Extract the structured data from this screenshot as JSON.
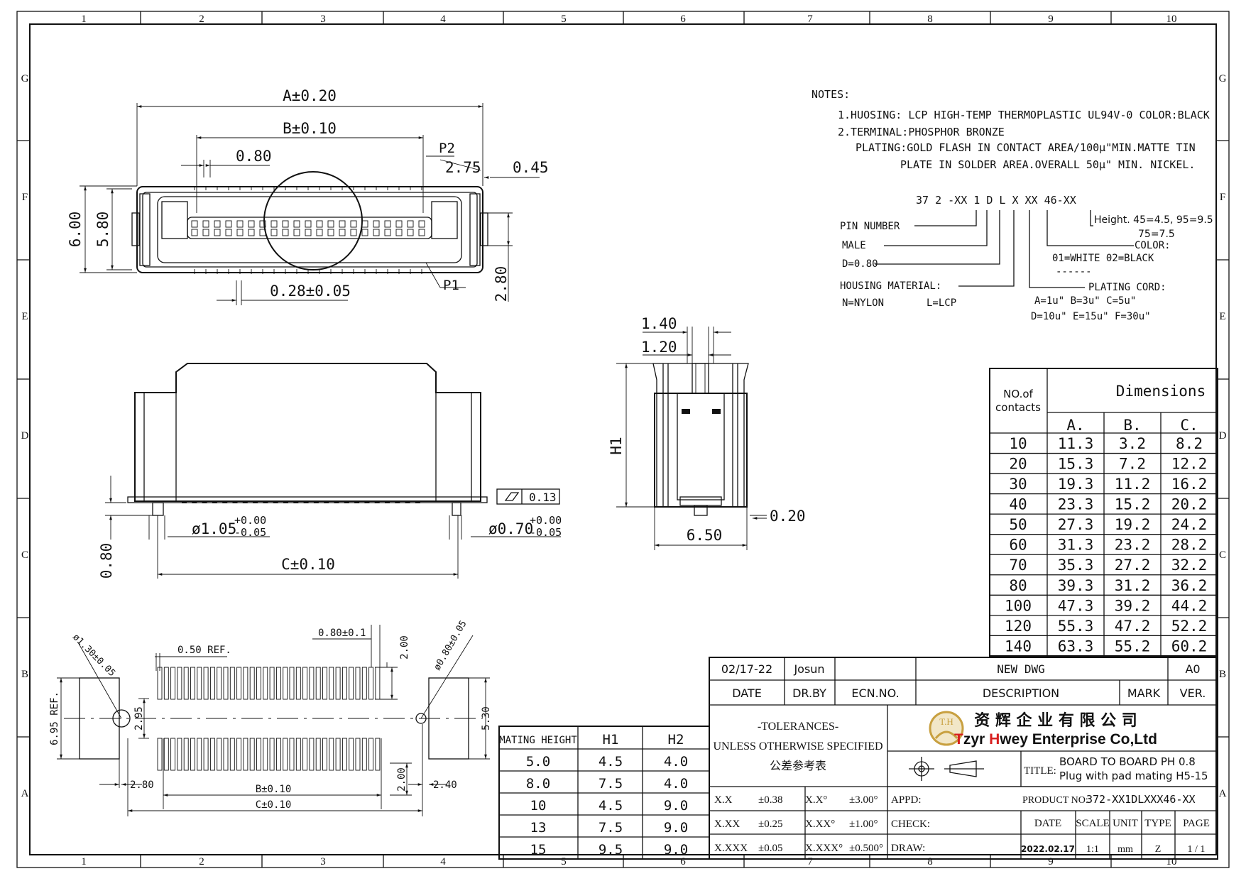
{
  "border": {
    "columns": [
      "1",
      "2",
      "3",
      "4",
      "5",
      "6",
      "7",
      "8",
      "9",
      "10"
    ],
    "rows": [
      "G",
      "F",
      "E",
      "D",
      "C",
      "B",
      "A"
    ]
  },
  "notes": {
    "title": "NOTES:",
    "lines": [
      "1.HUOSING: LCP HIGH-TEMP THERMOPLASTIC UL94V-0  COLOR:BLACK",
      "2.TERMINAL:PHOSPHOR BRONZE",
      "PLATING:GOLD FLASH IN CONTACT AREA/100µ\"MIN.MATTE TIN",
      "PLATE IN SOLDER AREA.OVERALL 50µ\" MIN. NICKEL."
    ]
  },
  "part_code": {
    "code": "37 2 -XX 1 D L X XX 46-XX",
    "pin_number": "PIN NUMBER",
    "male": "MALE",
    "pitch": "D=0.80",
    "housing_material": "HOUSING MATERIAL:",
    "housing_options": [
      "N=NYLON",
      "L=LCP"
    ],
    "height_1": "Height. 45=4.5, 95=9.5",
    "height_2": "75=7.5",
    "color_label": "COLOR:",
    "color_options": "01=WHITE  02=BLACK",
    "dashes": "------",
    "plating_label": "PLATING CORD:",
    "plating_row1": "A=1u\"   B=3u\"   C=5u\"",
    "plating_row2": "D=10u\" E=15u\"  F=30u\""
  },
  "top_view": {
    "dim_a": "A±0.20",
    "dim_b": "B±0.10",
    "pitch": "0.80",
    "p2": "P2",
    "d275": "2.75",
    "d045": "0.45",
    "d600": "6.00",
    "d580": "5.80",
    "d028": "0.28±0.05",
    "p1": "P1",
    "d280": "2.80"
  },
  "front_view": {
    "flatness": "0.13",
    "peg_large": "ø1.05",
    "peg_large_tol_plus": "+0.00",
    "peg_large_tol_minus": "-0.05",
    "peg_small": "ø0.70",
    "peg_small_tol_plus": "+0.00",
    "peg_small_tol_minus": "-0.05",
    "d080": "0.80",
    "dim_c": "C±0.10"
  },
  "side_view": {
    "d140": "1.40",
    "d120": "1.20",
    "h1": "H1",
    "d020": "0.20",
    "d650": "6.50"
  },
  "pcb_layout": {
    "hole_large": "ø1.30±0.05",
    "ref050": "0.50 REF.",
    "pad_width": "0.80±0.1",
    "pad_len": "2.00",
    "hole_small": "ø0.80±0.05",
    "d695": "6.95 REF.",
    "d295": "2.95",
    "d530": "5.30",
    "d280": "2.80",
    "dim_b": "B±0.10",
    "d200": "2.00",
    "d240": "2.40",
    "dim_c": "C±0.10"
  },
  "dimensions_table": {
    "col_contacts": "NO.of contacts",
    "title": "Dimensions",
    "headers": [
      "A.",
      "B.",
      "C."
    ],
    "rows": [
      [
        "10",
        "11.3",
        "3.2",
        "8.2"
      ],
      [
        "20",
        "15.3",
        "7.2",
        "12.2"
      ],
      [
        "30",
        "19.3",
        "11.2",
        "16.2"
      ],
      [
        "40",
        "23.3",
        "15.2",
        "20.2"
      ],
      [
        "50",
        "27.3",
        "19.2",
        "24.2"
      ],
      [
        "60",
        "31.3",
        "23.2",
        "28.2"
      ],
      [
        "70",
        "35.3",
        "27.2",
        "32.2"
      ],
      [
        "80",
        "39.3",
        "31.2",
        "36.2"
      ],
      [
        "100",
        "47.3",
        "39.2",
        "44.2"
      ],
      [
        "120",
        "55.3",
        "47.2",
        "52.2"
      ],
      [
        "140",
        "63.3",
        "55.2",
        "60.2"
      ]
    ]
  },
  "mating_table": {
    "headers": [
      "MATING HEIGHT",
      "H1",
      "H2"
    ],
    "rows": [
      [
        "5.0",
        "4.5",
        "4.0"
      ],
      [
        "8.0",
        "7.5",
        "4.0"
      ],
      [
        "10",
        "4.5",
        "9.0"
      ],
      [
        "13",
        "7.5",
        "9.0"
      ],
      [
        "15",
        "9.5",
        "9.0"
      ]
    ]
  },
  "title_block": {
    "rev_date": "02/17-22",
    "rev_by": "Josun",
    "rev_desc": "NEW DWG",
    "rev_ver": "A0",
    "h_date": "DATE",
    "h_drby": "DR.BY",
    "h_ecn": "ECN.NO.",
    "h_desc": "DESCRIPTION",
    "h_mark": "MARK",
    "h_ver": "VER.",
    "tol_title": "-TOLERANCES-",
    "tol_sub": "UNLESS OTHERWISE SPECIFIED",
    "tol_cn": "公差参考表",
    "company_cn": "资 辉 企 业 有 限 公 司",
    "company_en_1": "T",
    "company_en_2": "zyr ",
    "company_en_3": "H",
    "company_en_4": "wey Enterprise Co,Ltd",
    "logo": "T.H",
    "title_label": "TITLE:",
    "title_1": "BOARD TO BOARD PH 0.8",
    "title_2": "Plug with pad mating H5-15",
    "tol_rows": [
      [
        "X.X",
        "±0.38",
        "X.X°",
        "±3.00°"
      ],
      [
        "X.XX",
        "±0.25",
        "X.XX°",
        "±1.00°"
      ],
      [
        "X.XXX",
        "±0.05",
        "X.XXX°",
        "±0.500°"
      ]
    ],
    "appd": "APPD:",
    "check": "CHECK:",
    "draw": "DRAW:",
    "product_label": "PRODUCT NO:",
    "product_no": "372-XX1DLXXX46-XX",
    "h_date2": "DATE",
    "h_scale": "SCALE",
    "h_unit": "UNIT",
    "h_type": "TYPE",
    "h_page": "PAGE",
    "v_date": "2022.02.17",
    "v_scale": "1:1",
    "v_unit": "mm",
    "v_type": "Z",
    "v_page": "1 / 1"
  }
}
